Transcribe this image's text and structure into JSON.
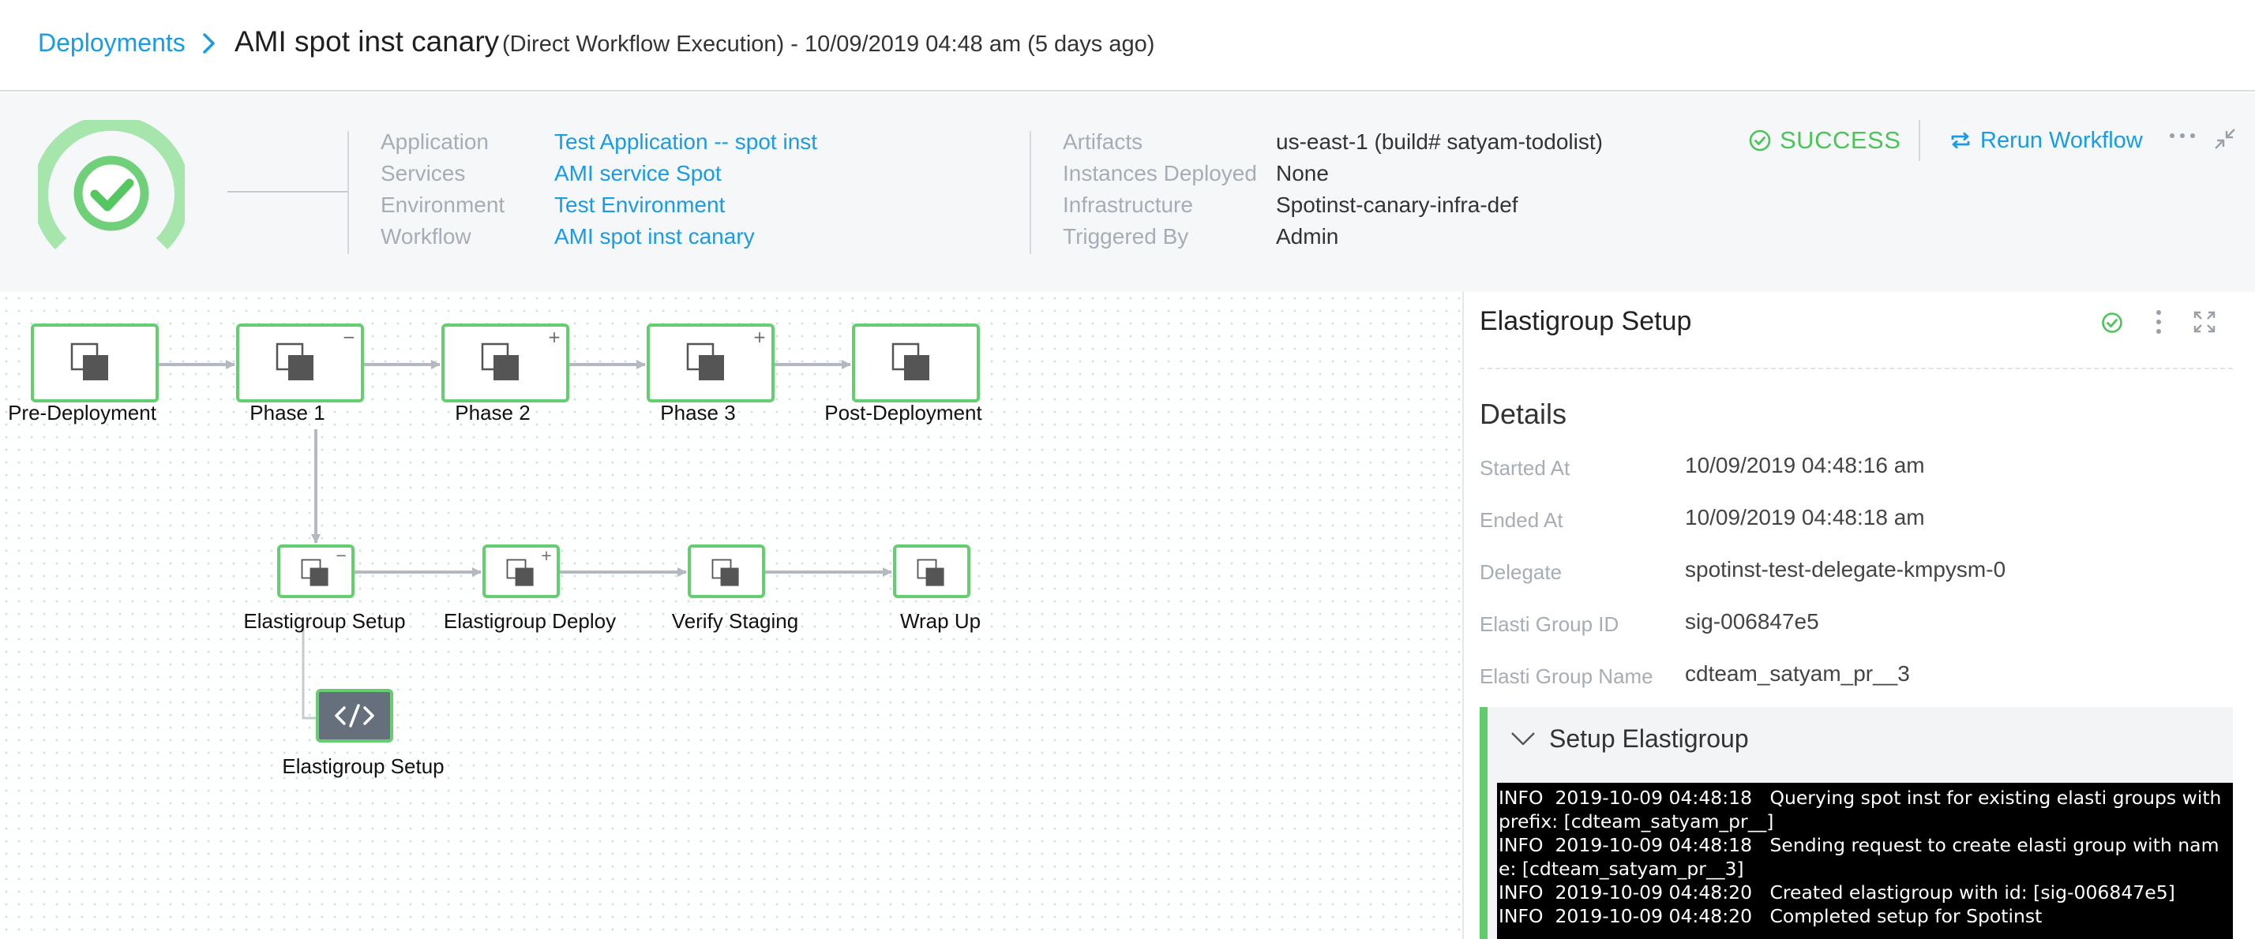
{
  "breadcrumb": {
    "root": "Deployments",
    "title": "AMI spot inst canary",
    "subtitle": "(Direct Workflow Execution) - 10/09/2019 04:48 am (5 days ago)"
  },
  "summary": {
    "left": [
      {
        "label": "Application",
        "value": "Test Application -- spot inst"
      },
      {
        "label": "Services",
        "value": "AMI service Spot"
      },
      {
        "label": "Environment",
        "value": "Test Environment"
      },
      {
        "label": "Workflow",
        "value": "AMI spot inst canary"
      }
    ],
    "right": [
      {
        "label": "Artifacts",
        "value": "us-east-1 (build# satyam-todolist)"
      },
      {
        "label": "Instances Deployed",
        "value": "None"
      },
      {
        "label": "Infrastructure",
        "value": "Spotinst-canary-infra-def"
      },
      {
        "label": "Triggered By",
        "value": "Admin"
      }
    ],
    "status": "SUCCESS",
    "rerun_label": "Rerun Workflow",
    "colors": {
      "success": "#4dc35a",
      "link": "#1a9be6"
    }
  },
  "graph": {
    "phases": [
      {
        "label": "Pre-Deployment",
        "badge": ""
      },
      {
        "label": "Phase 1",
        "badge": "−"
      },
      {
        "label": "Phase 2",
        "badge": "+"
      },
      {
        "label": "Phase 3",
        "badge": "+"
      },
      {
        "label": "Post-Deployment",
        "badge": ""
      }
    ],
    "steps": [
      {
        "label": "Elastigroup Setup",
        "badge": "−"
      },
      {
        "label": "Elastigroup Deploy",
        "badge": "+"
      },
      {
        "label": "Verify Staging",
        "badge": ""
      },
      {
        "label": "Wrap Up",
        "badge": ""
      }
    ],
    "command": {
      "label": "Elastigroup Setup",
      "icon": "code-icon"
    }
  },
  "panel": {
    "title": "Elastigroup Setup",
    "details_heading": "Details",
    "fields": [
      {
        "label": "Started At",
        "value": "10/09/2019 04:48:16 am"
      },
      {
        "label": "Ended At",
        "value": "10/09/2019 04:48:18 am"
      },
      {
        "label": "Delegate",
        "value": "spotinst-test-delegate-kmpysm-0"
      },
      {
        "label": "Elasti Group ID",
        "value": "sig-006847e5"
      },
      {
        "label": "Elasti Group Name",
        "value": "cdteam_satyam_pr__3"
      }
    ],
    "section_title": "Setup Elastigroup",
    "logs": [
      "INFO  2019-10-09 04:48:18   Querying spot inst for existing elasti groups with prefix: [cdteam_satyam_pr__]",
      "INFO  2019-10-09 04:48:18   Sending request to create elasti group with name: [cdteam_satyam_pr__3]",
      "INFO  2019-10-09 04:48:20   Created elastigroup with id: [sig-006847e5]",
      "INFO  2019-10-09 04:48:20   Completed setup for Spotinst"
    ]
  }
}
